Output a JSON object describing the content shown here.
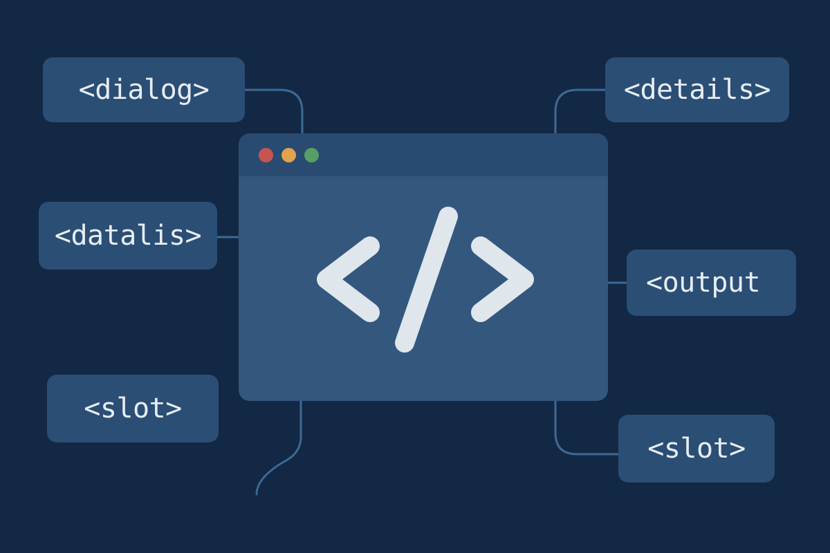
{
  "tags": {
    "dialog": "<dialog>",
    "datalis": "<datalis>",
    "slot_left": "<slot>",
    "details": "<details>",
    "output": "<output",
    "slot_right": "<slot>"
  },
  "window": {
    "icon": "code-brackets-icon",
    "traffic_lights": [
      "#c65551",
      "#e3a24d",
      "#57a063"
    ]
  },
  "colors": {
    "background": "#132844",
    "tag_fill": "#2b4e75",
    "window_body": "#34577e",
    "window_titlebar": "#2a4b71",
    "connector": "#3d6a96",
    "text": "#e6edf3"
  }
}
